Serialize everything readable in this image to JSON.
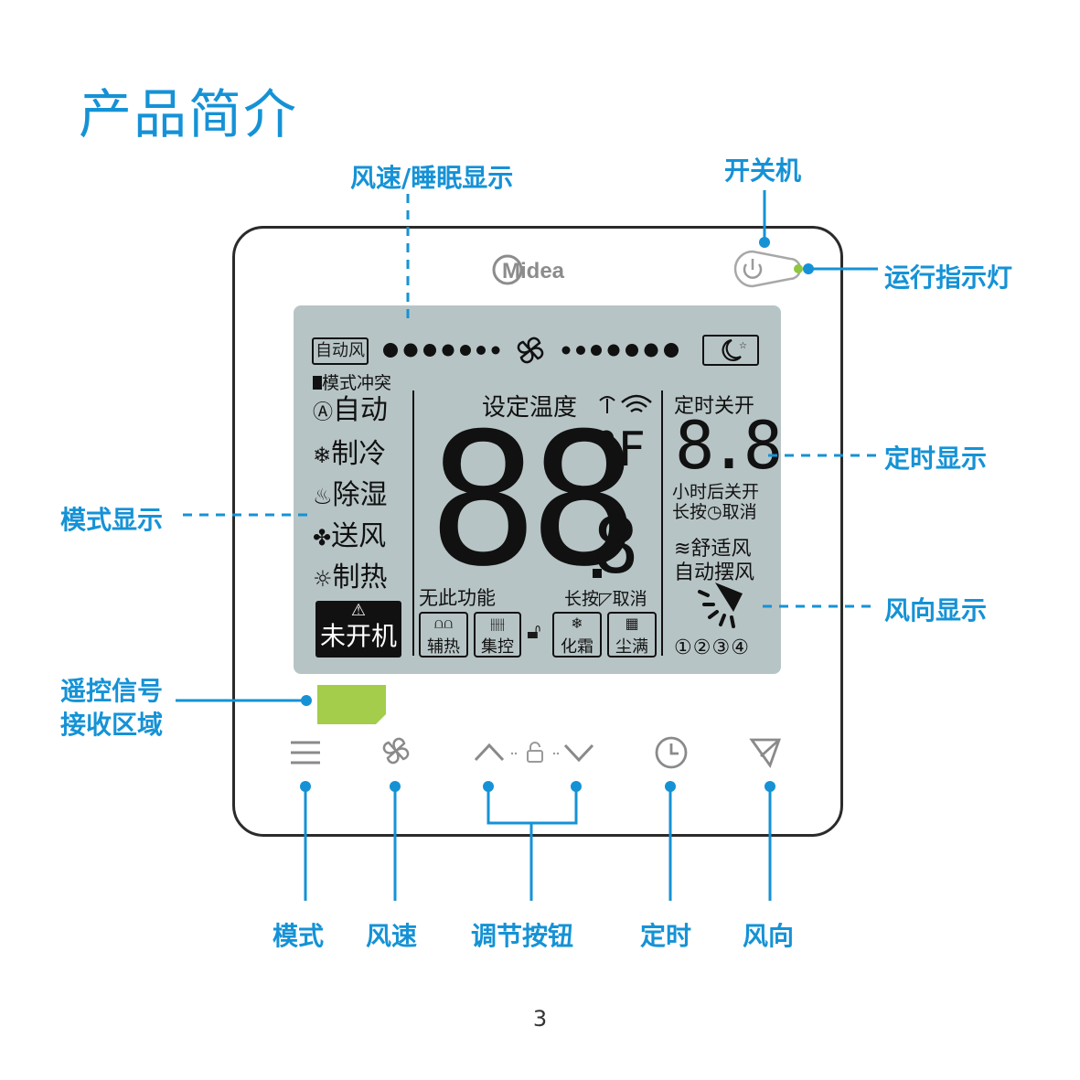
{
  "page": {
    "title": "产品简介",
    "page_number": "3"
  },
  "brand": {
    "logo_text": "Midea"
  },
  "callouts": {
    "fan_sleep_display": "风速/睡眠显示",
    "power": "开关机",
    "run_indicator": "运行指示灯",
    "mode_display": "模式显示",
    "timer_display": "定时显示",
    "direction_display": "风向显示",
    "remote_receiver_line1": "遥控信号",
    "remote_receiver_line2": "接收区域",
    "btn_mode": "模式",
    "btn_fan": "风速",
    "btn_adjust": "调节按钮",
    "btn_timer": "定时",
    "btn_direction": "风向"
  },
  "lcd": {
    "auto_fan": "自动风",
    "mode_conflict": "模式冲突",
    "modes": [
      "自动",
      "制冷",
      "除湿",
      "送风",
      "制热"
    ],
    "not_on": "未开机",
    "set_temp": "设定温度",
    "temp_digits": "88",
    "temp_decimal": "8",
    "temp_unit": "°F",
    "no_function": "无此功能",
    "long_press": "长按",
    "cancel": "取消",
    "timer_onoff": "定时关开",
    "timer_digits": "8.8",
    "hours_after": "小时后关开",
    "long_press_timer_cancel_a": "长按",
    "long_press_timer_cancel_b": "取消",
    "comfort_wind": "舒适风",
    "auto_swing": "自动摆风",
    "swing_positions": [
      "①",
      "②",
      "③",
      "④"
    ],
    "functions": [
      "辅热",
      "集控",
      "化霜",
      "尘满"
    ]
  },
  "colors": {
    "accent": "#1592d6",
    "lcd": "#b7c4c5",
    "indicator": "#8dc63f",
    "ir": "#a3cd4a"
  }
}
